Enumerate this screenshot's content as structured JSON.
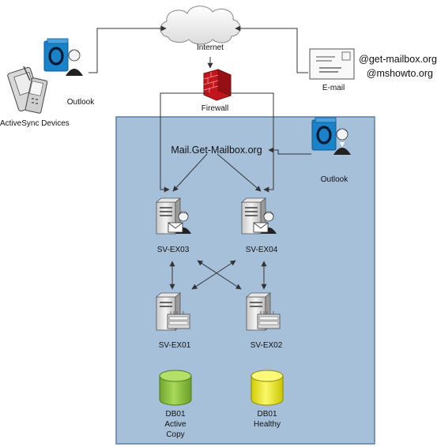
{
  "labels": {
    "internet": "Internet",
    "firewall": "Firewall",
    "outlook_top": "Outlook",
    "activesync": "ActiveSync Devices",
    "email": "E-mail",
    "domain1": "@get-mailbox.org",
    "domain2": "@mshowto.org",
    "mail_host": "Mail.Get-Mailbox.org",
    "outlook_right": "Outlook",
    "sv_ex03": "SV-EX03",
    "sv_ex04": "SV-EX04",
    "sv_ex01": "SV-EX01",
    "sv_ex02": "SV-EX02",
    "db_active": [
      "DB01",
      "Active",
      "Copy"
    ],
    "db_healthy": [
      "DB01",
      "Healthy"
    ]
  },
  "icons": {
    "cloud": "cloud-icon",
    "firewall": "brick-wall-icon",
    "outlook": "outlook-app-icon",
    "user": "user-icon",
    "mobile": "mobile-device-icon",
    "envelope": "envelope-icon",
    "cas_server": "client-access-server-icon",
    "mbx_server": "mailbox-server-icon",
    "database": "database-cylinder-icon"
  },
  "colors": {
    "network_zone": "#a6c0da",
    "zone_border": "#5b7fa8",
    "firewall": "#c0161c",
    "outlook_blue": "#1a82c8",
    "db_active": "#8dc63f",
    "db_healthy": "#f2ef1a",
    "connector": "#333333"
  }
}
